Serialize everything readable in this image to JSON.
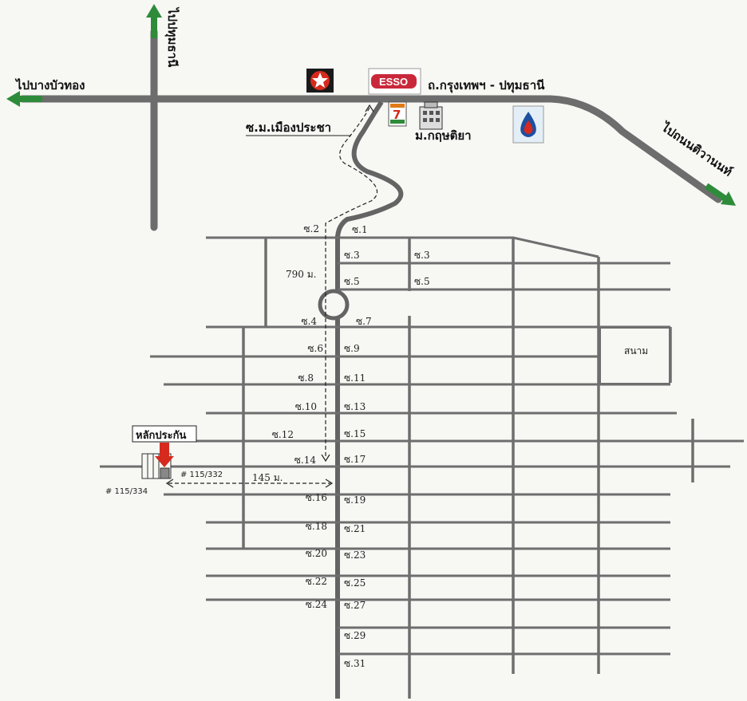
{
  "labels": {
    "to_pathum": "ไปปทุมธานี",
    "to_bangbuathong": "ไปบางบัวทอง",
    "to_nonthaburi": "ไปถนนติวานนท์",
    "main_road": "ถ.กรุงเทพฯ - ปทุมธานี",
    "village": "ซ.ม.เมืองประชา",
    "university": "ม.กฤษติยา",
    "esso": "ESSO",
    "seven_eleven": "7",
    "field": "สนาม",
    "collateral": "หลักประกัน",
    "dist_790": "790 ม.",
    "dist_145": "145 ม.",
    "house_332": "# 115/332",
    "house_334": "# 115/334"
  },
  "soi_left": [
    "ซ.2",
    "ซ.4",
    "ซ.6",
    "ซ.8",
    "ซ.10",
    "ซ.12",
    "ซ.14",
    "ซ.16",
    "ซ.18",
    "ซ.20",
    "ซ.22",
    "ซ.24"
  ],
  "soi_right": [
    "ซ.1",
    "ซ.3",
    "ซ.5",
    "ซ.7",
    "ซ.9",
    "ซ.11",
    "ซ.13",
    "ซ.15",
    "ซ.17",
    "ซ.19",
    "ซ.21",
    "ซ.23",
    "ซ.25",
    "ซ.27",
    "ซ.29",
    "ซ.31"
  ],
  "soi_inner": [
    "ซ.3",
    "ซ.5"
  ],
  "colors": {
    "road": "#6d6d6d",
    "arrow_green": "#2e8b3a",
    "marker_red": "#d62a1e",
    "background": "#f7f7f4"
  },
  "icons": [
    "caltex-star-icon",
    "esso-logo-icon",
    "seven-eleven-icon",
    "building-icon",
    "ptt-flame-icon",
    "green-arrow-icon",
    "red-pointer-icon"
  ]
}
